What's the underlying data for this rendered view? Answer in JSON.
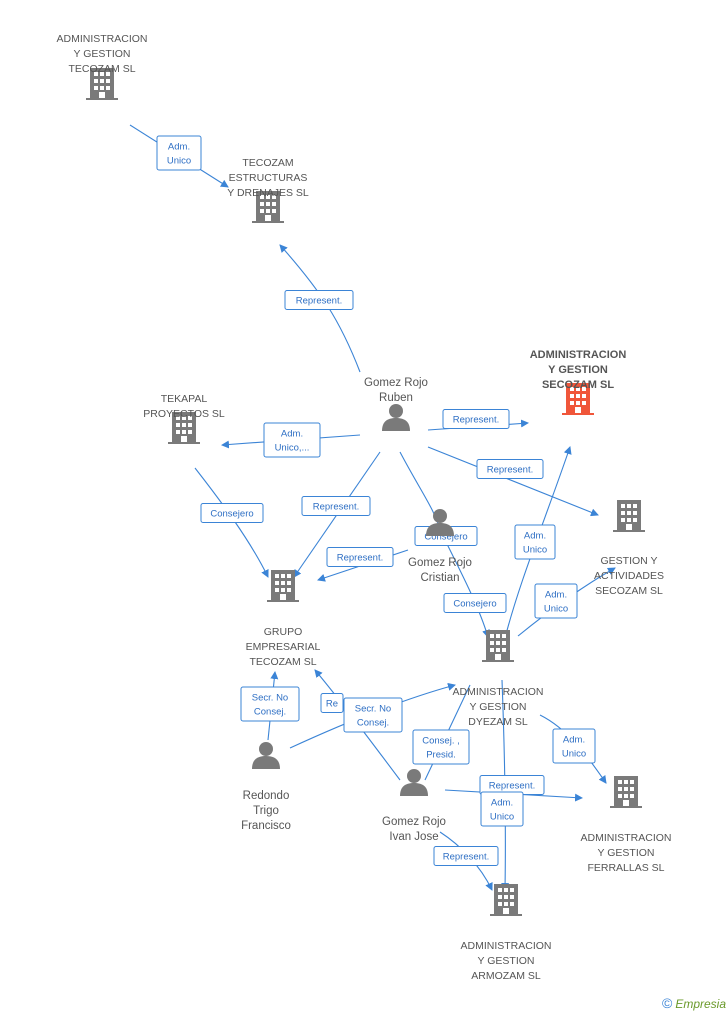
{
  "colors": {
    "edge": "#3b84d6",
    "building": "#7a7a7a",
    "highlight": "#f0563a",
    "person": "#7a7a7a"
  },
  "nodes": [
    {
      "id": "n1",
      "type": "company",
      "lines": [
        "ADMINISTRACION",
        "Y GESTION",
        "TECOZAM SL"
      ]
    },
    {
      "id": "n2",
      "type": "company",
      "lines": [
        "TECOZAM",
        "ESTRUCTURAS",
        "Y DRENAJES SL"
      ]
    },
    {
      "id": "n3",
      "type": "company",
      "highlight": true,
      "lines": [
        "ADMINISTRACION",
        "Y GESTION",
        "SECOZAM SL"
      ]
    },
    {
      "id": "n4",
      "type": "company",
      "lines": [
        "TEKAPAL",
        "PROYECTOS SL"
      ]
    },
    {
      "id": "n5",
      "type": "person",
      "lines": [
        "Gomez Rojo",
        "Ruben"
      ]
    },
    {
      "id": "n6",
      "type": "person",
      "lines": [
        "Gomez Rojo",
        "Cristian"
      ]
    },
    {
      "id": "n7",
      "type": "company",
      "lines": [
        "GESTION Y",
        "ACTIVIDADES",
        "SECOZAM SL"
      ]
    },
    {
      "id": "n8",
      "type": "company",
      "lines": [
        "GRUPO",
        "EMPRESARIAL",
        "TECOZAM  SL"
      ]
    },
    {
      "id": "n9",
      "type": "company",
      "lines": [
        "ADMINISTRACION",
        "Y GESTION",
        "DYEZAM SL"
      ]
    },
    {
      "id": "n10",
      "type": "person",
      "lines": [
        "Redondo",
        "Trigo",
        "Francisco"
      ]
    },
    {
      "id": "n11",
      "type": "person",
      "lines": [
        "Gomez Rojo",
        "Ivan Jose"
      ]
    },
    {
      "id": "n12",
      "type": "company",
      "lines": [
        "ADMINISTRACION",
        "Y GESTION",
        "FERRALLAS SL"
      ]
    },
    {
      "id": "n13",
      "type": "company",
      "lines": [
        "ADMINISTRACION",
        "Y GESTION",
        "ARMOZAM SL"
      ]
    }
  ],
  "edge_labels": [
    {
      "id": "e1",
      "lines": [
        "Adm.",
        "Unico"
      ]
    },
    {
      "id": "e2",
      "lines": [
        "Represent."
      ]
    },
    {
      "id": "e3",
      "lines": [
        "Adm.",
        "Unico,..."
      ]
    },
    {
      "id": "e4",
      "lines": [
        "Represent."
      ]
    },
    {
      "id": "e5",
      "lines": [
        "Represent."
      ]
    },
    {
      "id": "e6",
      "lines": [
        "Consejero"
      ]
    },
    {
      "id": "e7",
      "lines": [
        "Represent."
      ]
    },
    {
      "id": "e8",
      "lines": [
        "Consejero"
      ]
    },
    {
      "id": "e9",
      "lines": [
        "Represent."
      ]
    },
    {
      "id": "e10",
      "lines": [
        "Adm.",
        "Unico"
      ]
    },
    {
      "id": "e11",
      "lines": [
        "Consejero"
      ]
    },
    {
      "id": "e12",
      "lines": [
        "Adm.",
        "Unico"
      ]
    },
    {
      "id": "e13",
      "lines": [
        "Secr.  No",
        "Consej."
      ]
    },
    {
      "id": "e14",
      "lines": [
        "Re"
      ]
    },
    {
      "id": "e15",
      "lines": [
        "Secr.  No",
        "Consej."
      ]
    },
    {
      "id": "e16",
      "lines": [
        "Consej. ,",
        "Presid."
      ]
    },
    {
      "id": "e17",
      "lines": [
        "Adm.",
        "Unico"
      ]
    },
    {
      "id": "e18",
      "lines": [
        "Represent."
      ]
    },
    {
      "id": "e19",
      "lines": [
        "Adm.",
        "Unico"
      ]
    },
    {
      "id": "e20",
      "lines": [
        "Represent."
      ]
    }
  ],
  "footer": {
    "copyright": "©",
    "brand": "Empresia"
  }
}
